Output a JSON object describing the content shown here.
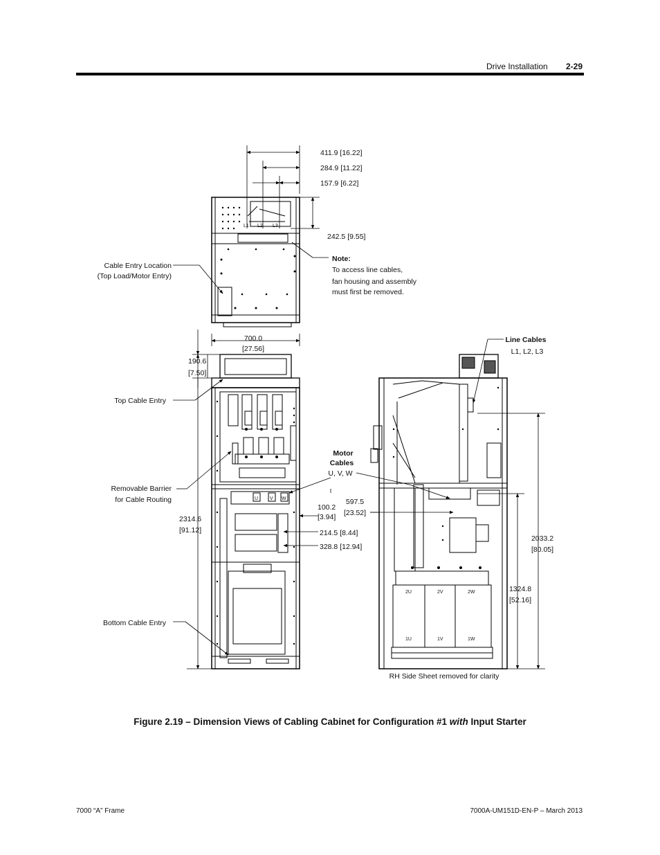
{
  "header": {
    "section_title": "Drive Installation",
    "page_number": "2-29"
  },
  "figure": {
    "dimensions": {
      "d1": "411.9 [16.22]",
      "d2": "284.9 [11.22]",
      "d3": "157.9 [6.22]",
      "d4": "242.5 [9.55]",
      "width_mm": "700.0",
      "width_in": "[27.56]",
      "top_mm": "190.6",
      "top_in": "[7.50]",
      "height_mm": "2314.6",
      "height_in": "[91.12]",
      "d100_mm": "100.2",
      "d100_in": "[3.94]",
      "d214": "214.5 [8.44]",
      "d328": "328.8 [12.94]",
      "d597_mm": "597.5",
      "d597_in": "[23.52]",
      "d2033_mm": "2033.2",
      "d2033_in": "[80.05]",
      "d1324_mm": "1324.8",
      "d1324_in": "[52.16]"
    },
    "labels": {
      "cable_entry_1": "Cable Entry Location",
      "cable_entry_2": "(Top Load/Motor Entry)",
      "top_cable_entry": "Top Cable Entry",
      "barrier_1": "Removable Barrier",
      "barrier_2": "for Cable Routing",
      "bottom_cable_entry": "Bottom Cable Entry",
      "note_title": "Note:",
      "note_1": "To access line cables,",
      "note_2": "fan housing and assembly",
      "note_3": "must first be removed.",
      "motor_1": "Motor",
      "motor_2": "Cables",
      "motor_3": "U, V, W",
      "line_cables_1": "Line Cables",
      "line_cables_2": "L1, L2, L3",
      "rh_side": "RH Side Sheet removed for clarity",
      "l1": "L1",
      "l2": "L2",
      "l3": "L3",
      "u": "U",
      "v": "V",
      "w": "W",
      "t2u": "2U",
      "t2v": "2V",
      "t2w": "2W",
      "t1u": "1U",
      "t1v": "1V",
      "t1w": "1W"
    },
    "caption": {
      "prefix": "Figure 2.19 – Dimension Views of Cabling Cabinet for Configuration #1 ",
      "emphasis": "with",
      "suffix": " Input Starter"
    }
  },
  "footer": {
    "left": "7000 “A” Frame",
    "right": "7000A-UM151D-EN-P – March 2013"
  }
}
